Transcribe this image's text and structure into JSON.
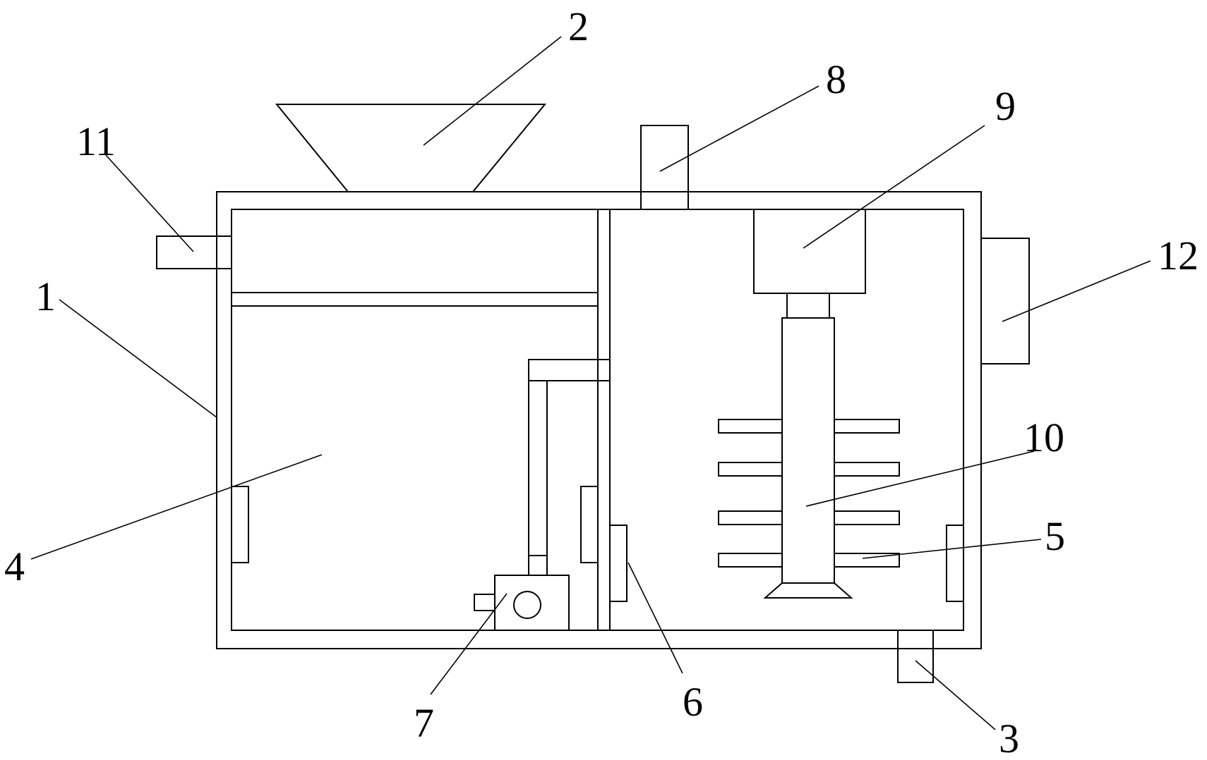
{
  "diagram": {
    "style": {
      "line_color": "#000000",
      "background": "#ffffff"
    },
    "callouts": [
      {
        "id": "1",
        "label": "1"
      },
      {
        "id": "2",
        "label": "2"
      },
      {
        "id": "3",
        "label": "3"
      },
      {
        "id": "4",
        "label": "4"
      },
      {
        "id": "5",
        "label": "5"
      },
      {
        "id": "6",
        "label": "6"
      },
      {
        "id": "7",
        "label": "7"
      },
      {
        "id": "8",
        "label": "8"
      },
      {
        "id": "9",
        "label": "9"
      },
      {
        "id": "10",
        "label": "10"
      },
      {
        "id": "11",
        "label": "11"
      },
      {
        "id": "12",
        "label": "12"
      }
    ]
  }
}
